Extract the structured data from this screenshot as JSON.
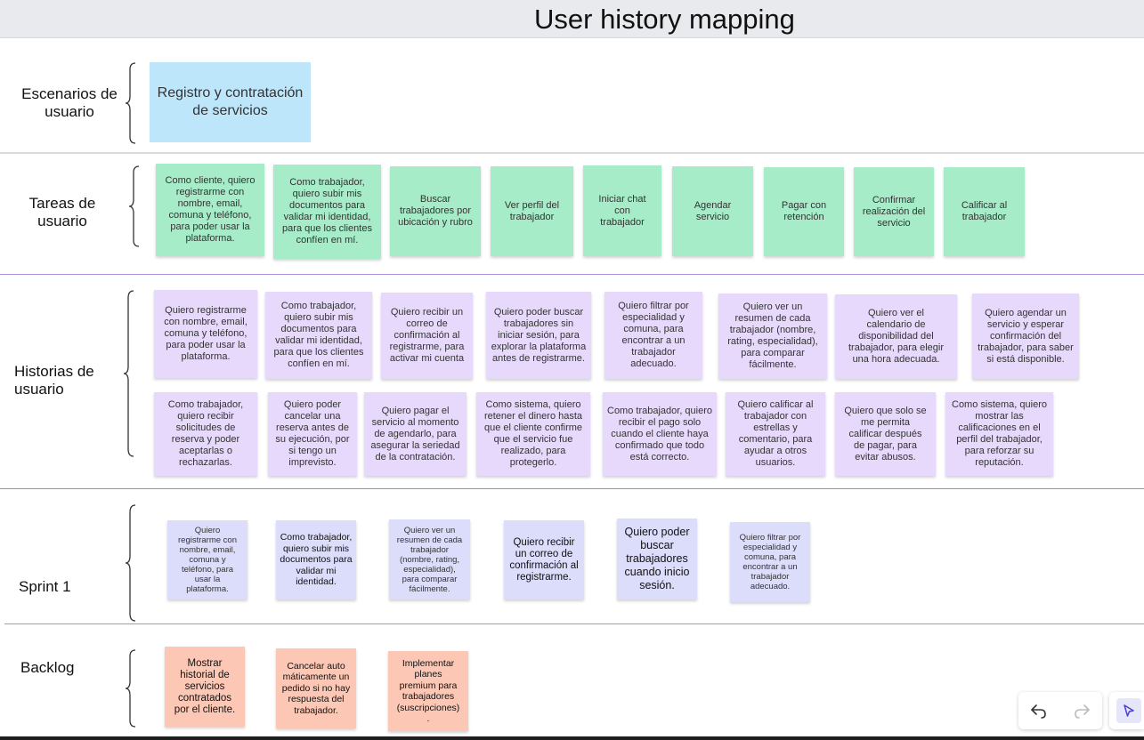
{
  "board": {
    "title": "User history mapping"
  },
  "rows": {
    "scenarios": "Escenarios de usuario",
    "tasks": "Tareas de usuario",
    "stories": "Historias de usuario",
    "sprint": "Sprint 1",
    "backlog": "Backlog"
  },
  "scenarios": [
    "Registro y contratación de servicios"
  ],
  "tasks": [
    "Como cliente, quiero registrarme con nombre, email, comuna y teléfono, para poder usar la plataforma.",
    "Como trabajador, quiero subir mis documentos para validar mi identidad, para que los clientes confíen en mí.",
    "Buscar trabajadores por ubicación y rubro",
    "Ver perfil del trabajador",
    "Iniciar chat con trabajador",
    "Agendar servicio",
    "Pagar con retención",
    "Confirmar realización del servicio",
    "Calificar al trabajador"
  ],
  "stories_row1": [
    "Quiero registrarme con nombre, email, comuna y teléfono, para poder usar la plataforma.",
    "Como trabajador, quiero subir mis documentos para validar mi identidad, para que los clientes confíen en mí.",
    "Quiero recibir un correo de confirmación al registrarme, para activar mi cuenta",
    "Quiero poder buscar trabajadores sin iniciar sesión, para explorar la plataforma antes de registrarme.",
    "Quiero filtrar por especialidad y comuna, para encontrar a un trabajador adecuado.",
    "Quiero ver un resumen de cada trabajador (nombre, rating, especialidad), para comparar fácilmente.",
    "Quiero ver el calendario de disponibilidad del trabajador, para elegir una hora adecuada.",
    "Quiero agendar un servicio y esperar confirmación del trabajador, para saber si está disponible."
  ],
  "stories_row2": [
    "Como trabajador, quiero recibir solicitudes de reserva y poder aceptarlas o rechazarlas.",
    "Quiero poder cancelar una reserva antes de su ejecución, por si tengo un imprevisto.",
    "Quiero pagar el servicio al momento de agendarlo, para asegurar la seriedad de la contratación.",
    "Como sistema, quiero retener el dinero hasta que el cliente confirme que el servicio fue realizado, para protegerlo.",
    "Como trabajador, quiero recibir el pago solo cuando el cliente haya confirmado que todo está correcto.",
    "Quiero calificar al trabajador con estrellas y comentario, para ayudar a otros usuarios.",
    "Quiero que solo se me permita calificar después de pagar, para evitar abusos.",
    "Como sistema, quiero mostrar las calificaciones en el perfil del trabajador, para reforzar su reputación."
  ],
  "sprint": [
    "Quiero registrarme con nombre, email, comuna y teléfono, para usar la plataforma.",
    "Como trabajador, quiero subir mis documentos para validar mi identidad.",
    "Quiero ver un resumen de cada trabajador (nombre, rating, especialidad), para comparar fácilmente.",
    "Quiero recibir un correo de confirmación al registrarme.",
    "Quiero poder buscar trabajadores cuando inicio sesión.",
    "Quiero filtrar por especialidad y comuna, para encontrar a un trabajador adecuado."
  ],
  "backlog": [
    "Mostrar historial de servicios contratados por el cliente.",
    "Cancelar auto máticamente un pedido si no hay respuesta del trabajador.",
    "Implementar planes premium para trabajadores (suscripciones) ."
  ],
  "toolbar": {
    "undo_icon": "undo-icon",
    "redo_icon": "redo-icon",
    "select_icon": "pointer-icon"
  },
  "colors": {
    "scenario": "#bee6fb",
    "task": "#a6ecc8",
    "story": "#e7d9fb",
    "sprint": "#dcdcfb",
    "backlog": "#fcc8b5",
    "row_divider": "#b08ee0"
  }
}
